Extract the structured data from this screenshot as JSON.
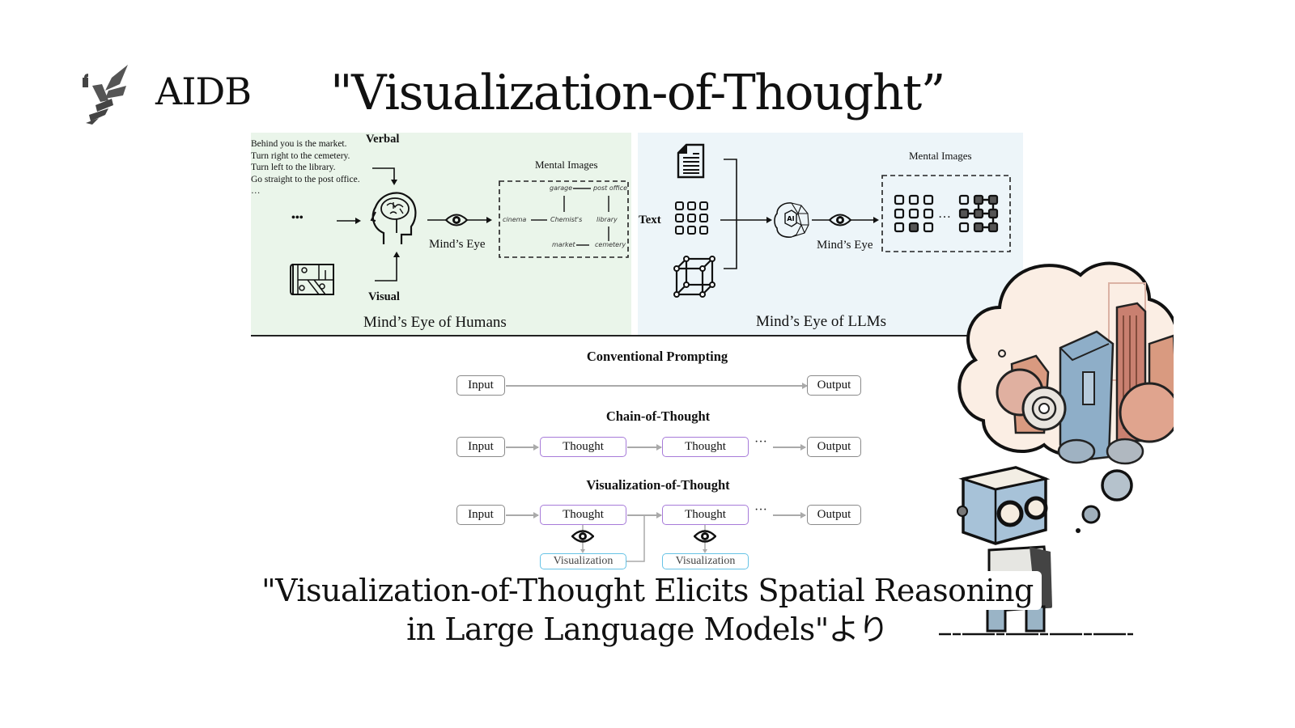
{
  "header": {
    "brand": "AIDB",
    "logo_icon": "aidb-bee-logo-icon",
    "title": "\"Visualization-of-Thought”"
  },
  "figure_top": {
    "humans": {
      "verbal_text": [
        "Behind you is the market.",
        "Turn right to the cemetery.",
        "Turn left to the library.",
        "Go straight to the post office.",
        "…"
      ],
      "verbal_label": "Verbal",
      "visual_label": "Visual",
      "ellipsis": "•••",
      "minds_eye_label": "Mind’s Eye",
      "mental_images_label": "Mental Images",
      "map_nodes": {
        "garage": "garage",
        "post_office": "post office",
        "cinema": "cinema",
        "chemists": "Chemist's",
        "library": "library",
        "market": "market",
        "cemetery": "cemetery"
      },
      "caption": "Mind’s Eye of Humans",
      "icons": [
        "brain-head-icon",
        "map-icon",
        "eye-icon"
      ]
    },
    "llms": {
      "text_label": "Text",
      "minds_eye_label": "Mind’s Eye",
      "mental_images_label": "Mental Images",
      "grid_ellipsis": "…",
      "caption": "Mind’s Eye of LLMs",
      "icons": [
        "document-icon",
        "grid-icon",
        "cube-icon",
        "ai-brain-icon",
        "eye-icon"
      ]
    }
  },
  "figure_bottom": {
    "sections": [
      {
        "title": "Conventional Prompting",
        "nodes": [
          "Input",
          "Output"
        ]
      },
      {
        "title": "Chain-of-Thought",
        "nodes": [
          "Input",
          "Thought",
          "Thought",
          "Output"
        ],
        "ellipsis": "···"
      },
      {
        "title": "Visualization-of-Thought",
        "nodes": [
          "Input",
          "Thought",
          "Thought",
          "Output"
        ],
        "visualization_nodes": [
          "Visualization",
          "Visualization"
        ],
        "ellipsis": "···"
      }
    ]
  },
  "illustration": {
    "subject": "robot-thinking-of-city-icon"
  },
  "caption": {
    "line1": "\"Visualization-of-Thought Elicits Spatial Reasoning",
    "line2": "in Large Language Models\"より"
  }
}
